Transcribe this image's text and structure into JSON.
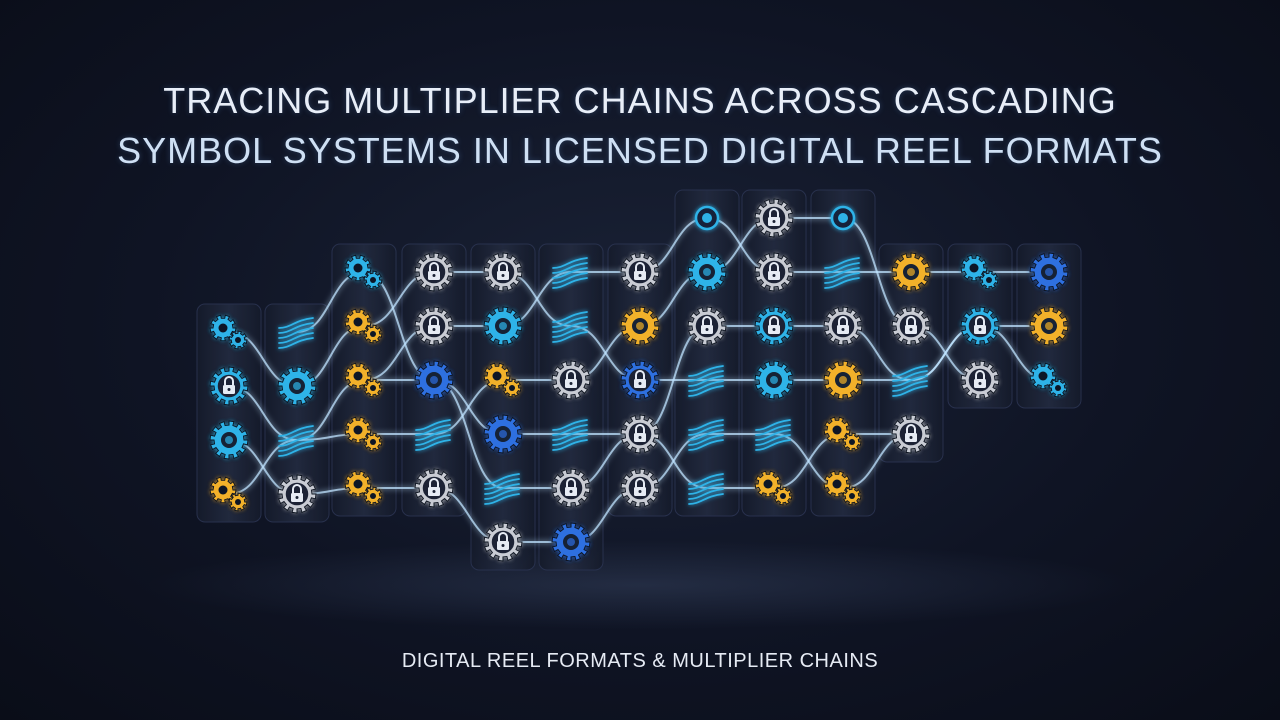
{
  "title": {
    "line1": "TRACING MULTIPLIER CHAINS ACROSS CASCADING",
    "line2": "SYMBOL SYSTEMS IN LICENSED DIGITAL REEL FORMATS"
  },
  "subtitle": "DIGITAL REEL FORMATS & MULTIPLIER CHAINS",
  "colors": {
    "background": "#0f1424",
    "reel_panel": "#1c2336",
    "chain_glow": "#bfe3ff",
    "icon_blue": "#2fb3e8",
    "icon_deep_blue": "#2f6fe0",
    "icon_gold": "#f2b12a",
    "icon_silver": "#c9ccd4"
  },
  "reels": [
    {
      "symbols": [
        "gears-blue",
        "lock-gear-blue",
        "gear-blue",
        "gears-gold"
      ]
    },
    {
      "symbols": [
        "circuit-blue",
        "gear-blue",
        "circuit-blue",
        "lock-gear-silver"
      ]
    },
    {
      "symbols": [
        "gears-blue",
        "gears-gold",
        "gears-gold",
        "gears-gold",
        "gears-gold"
      ]
    },
    {
      "symbols": [
        "lock-gear-silver",
        "lock-gear-silver",
        "gear-deep-blue",
        "circuit-blue",
        "lock-gear-silver"
      ]
    },
    {
      "symbols": [
        "lock-gear-silver",
        "gear-blue",
        "gears-gold",
        "gear-deep-blue",
        "circuit-blue",
        "lock-gear-silver"
      ]
    },
    {
      "symbols": [
        "circuit-blue",
        "circuit-blue",
        "lock-gear-silver",
        "circuit-blue",
        "lock-gear-silver",
        "gear-deep-blue"
      ]
    },
    {
      "symbols": [
        "lock-gear-silver",
        "gear-gold",
        "lock-gear-deep-blue",
        "lock-gear-silver",
        "lock-gear-silver"
      ]
    },
    {
      "symbols": [
        "node-blue",
        "gear-blue",
        "lock-gear-silver",
        "circuit-blue",
        "circuit-blue",
        "circuit-blue"
      ]
    },
    {
      "symbols": [
        "lock-gear-silver",
        "lock-gear-silver",
        "lock-gear-blue",
        "gear-blue",
        "circuit-blue",
        "gears-gold"
      ]
    },
    {
      "symbols": [
        "node-blue",
        "circuit-blue",
        "lock-gear-silver",
        "gear-gold",
        "gears-gold",
        "gears-gold"
      ]
    },
    {
      "symbols": [
        "gear-gold",
        "lock-gear-silver",
        "circuit-blue",
        "lock-gear-silver"
      ]
    },
    {
      "symbols": [
        "gears-blue",
        "lock-gear-blue",
        "lock-gear-silver"
      ]
    },
    {
      "symbols": [
        "gear-deep-blue",
        "gear-gold",
        "gears-blue"
      ]
    }
  ]
}
